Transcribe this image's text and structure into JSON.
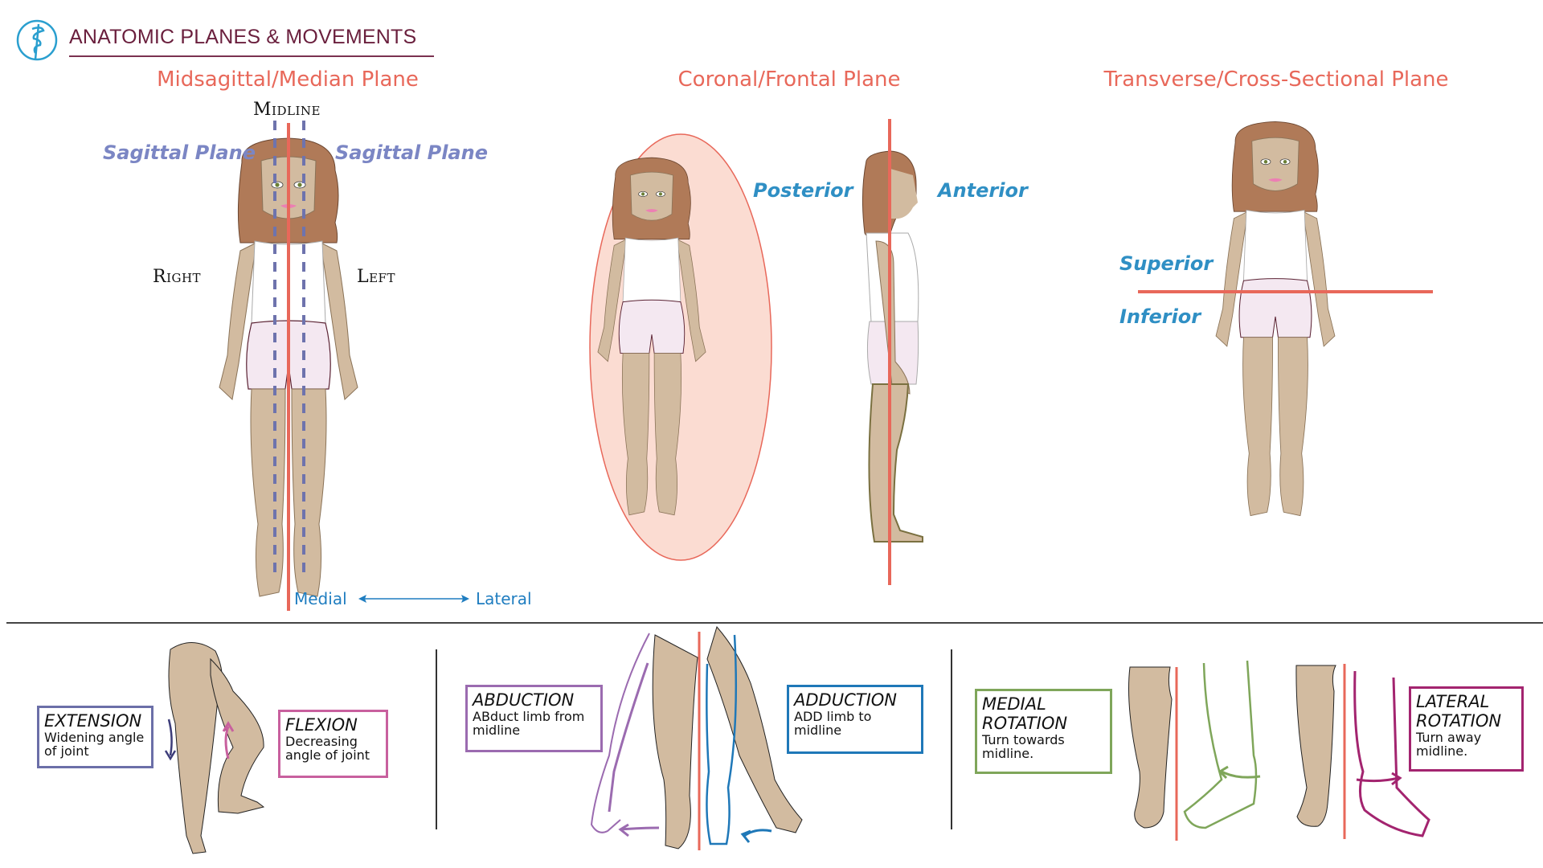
{
  "header": {
    "logo_icon": "caduceus-icon",
    "title": "ANATOMIC PLANES & MOVEMENTS"
  },
  "planes": {
    "midsagittal": {
      "title": "Midsagittal/Median Plane",
      "midline": "Midline",
      "sagittal_left": "Sagittal Plane",
      "sagittal_right": "Sagittal Plane",
      "right": "Right",
      "left": "Left",
      "medial": "Medial",
      "lateral": "Lateral"
    },
    "coronal": {
      "title": "Coronal/Frontal Plane",
      "posterior": "Posterior",
      "anterior": "Anterior"
    },
    "transverse": {
      "title": "Transverse/Cross-Sectional Plane",
      "superior": "Superior",
      "inferior": "Inferior"
    }
  },
  "movements": {
    "extension": {
      "title": "EXTENSION",
      "desc": "Widening angle of joint",
      "color": "#6b6fa8"
    },
    "flexion": {
      "title": "FLEXION",
      "desc": "Decreasing angle of joint",
      "color": "#c8609e"
    },
    "abduction": {
      "title": "ABDUCTION",
      "desc": "ABduct limb from midline",
      "color": "#9b6bb0"
    },
    "adduction": {
      "title": "ADDUCTION",
      "desc": "ADD limb to midline",
      "color": "#1f78b8"
    },
    "medial_rotation": {
      "title": "MEDIAL ROTATION",
      "desc": "Turn towards midline.",
      "color": "#7fa65a"
    },
    "lateral_rotation": {
      "title": "LATERAL ROTATION",
      "desc": "Turn away midline.",
      "color": "#a3246f"
    }
  },
  "colors": {
    "plane_line": "#e8685a",
    "skin": "#d2bba0",
    "hair": "#b07a58",
    "shorts": "#f4e8f1",
    "coronal_fill": "#fbdcd2"
  }
}
